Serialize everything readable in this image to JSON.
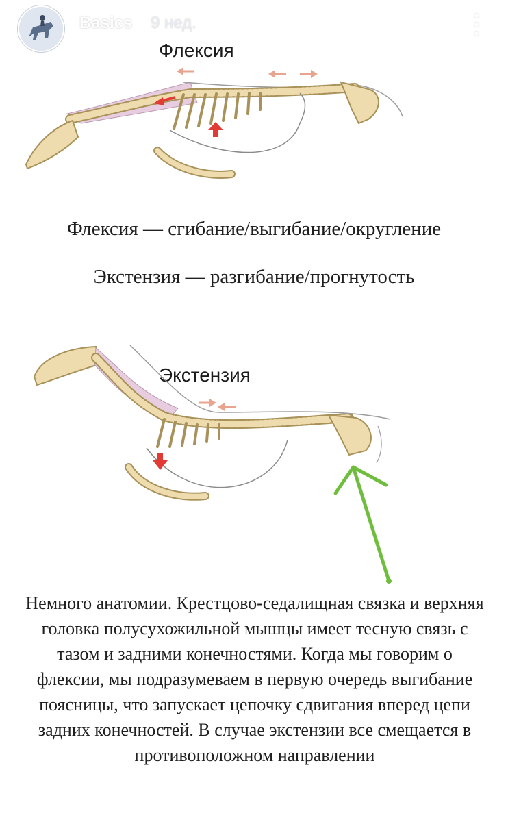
{
  "story": {
    "account_name": "Basics",
    "time_ago": "9 нед.",
    "avatar_icon": "horse-rider-avatar",
    "menu_icon": "more-vertical-icon"
  },
  "diagram_flexion": {
    "label": "Флексия",
    "icon": "horse-skeleton-flexion"
  },
  "definitions": {
    "flexion": "Флексия — сгибание/выгибание/округление",
    "extension": "Экстензия — разгибание/прогнутость"
  },
  "diagram_extension": {
    "label": "Экстензия",
    "icon": "horse-skeleton-extension",
    "annotation_icon": "green-arrow-icon"
  },
  "paragraph": "Немного анатомии. Крестцово-седалищная связка и верхняя головка полусухожильной мышцы имеет тесную связь с тазом и задними конечностями. Когда мы говорим о флексии, мы подразумеваем в первую очередь выгибание поясницы, что запускает цепочку сдвигания вперед цепи задних конечностей. В случае экстензии все смещается в противоположном направлении",
  "colors": {
    "bone": "#efdcae",
    "bone_outline": "#a8925a",
    "ligament": "#e8cde0",
    "arrow_red": "#e23b35",
    "arrow_salmon": "#e8a48e",
    "annotation_green": "#6fbd3c",
    "text": "#1f1f1f"
  }
}
